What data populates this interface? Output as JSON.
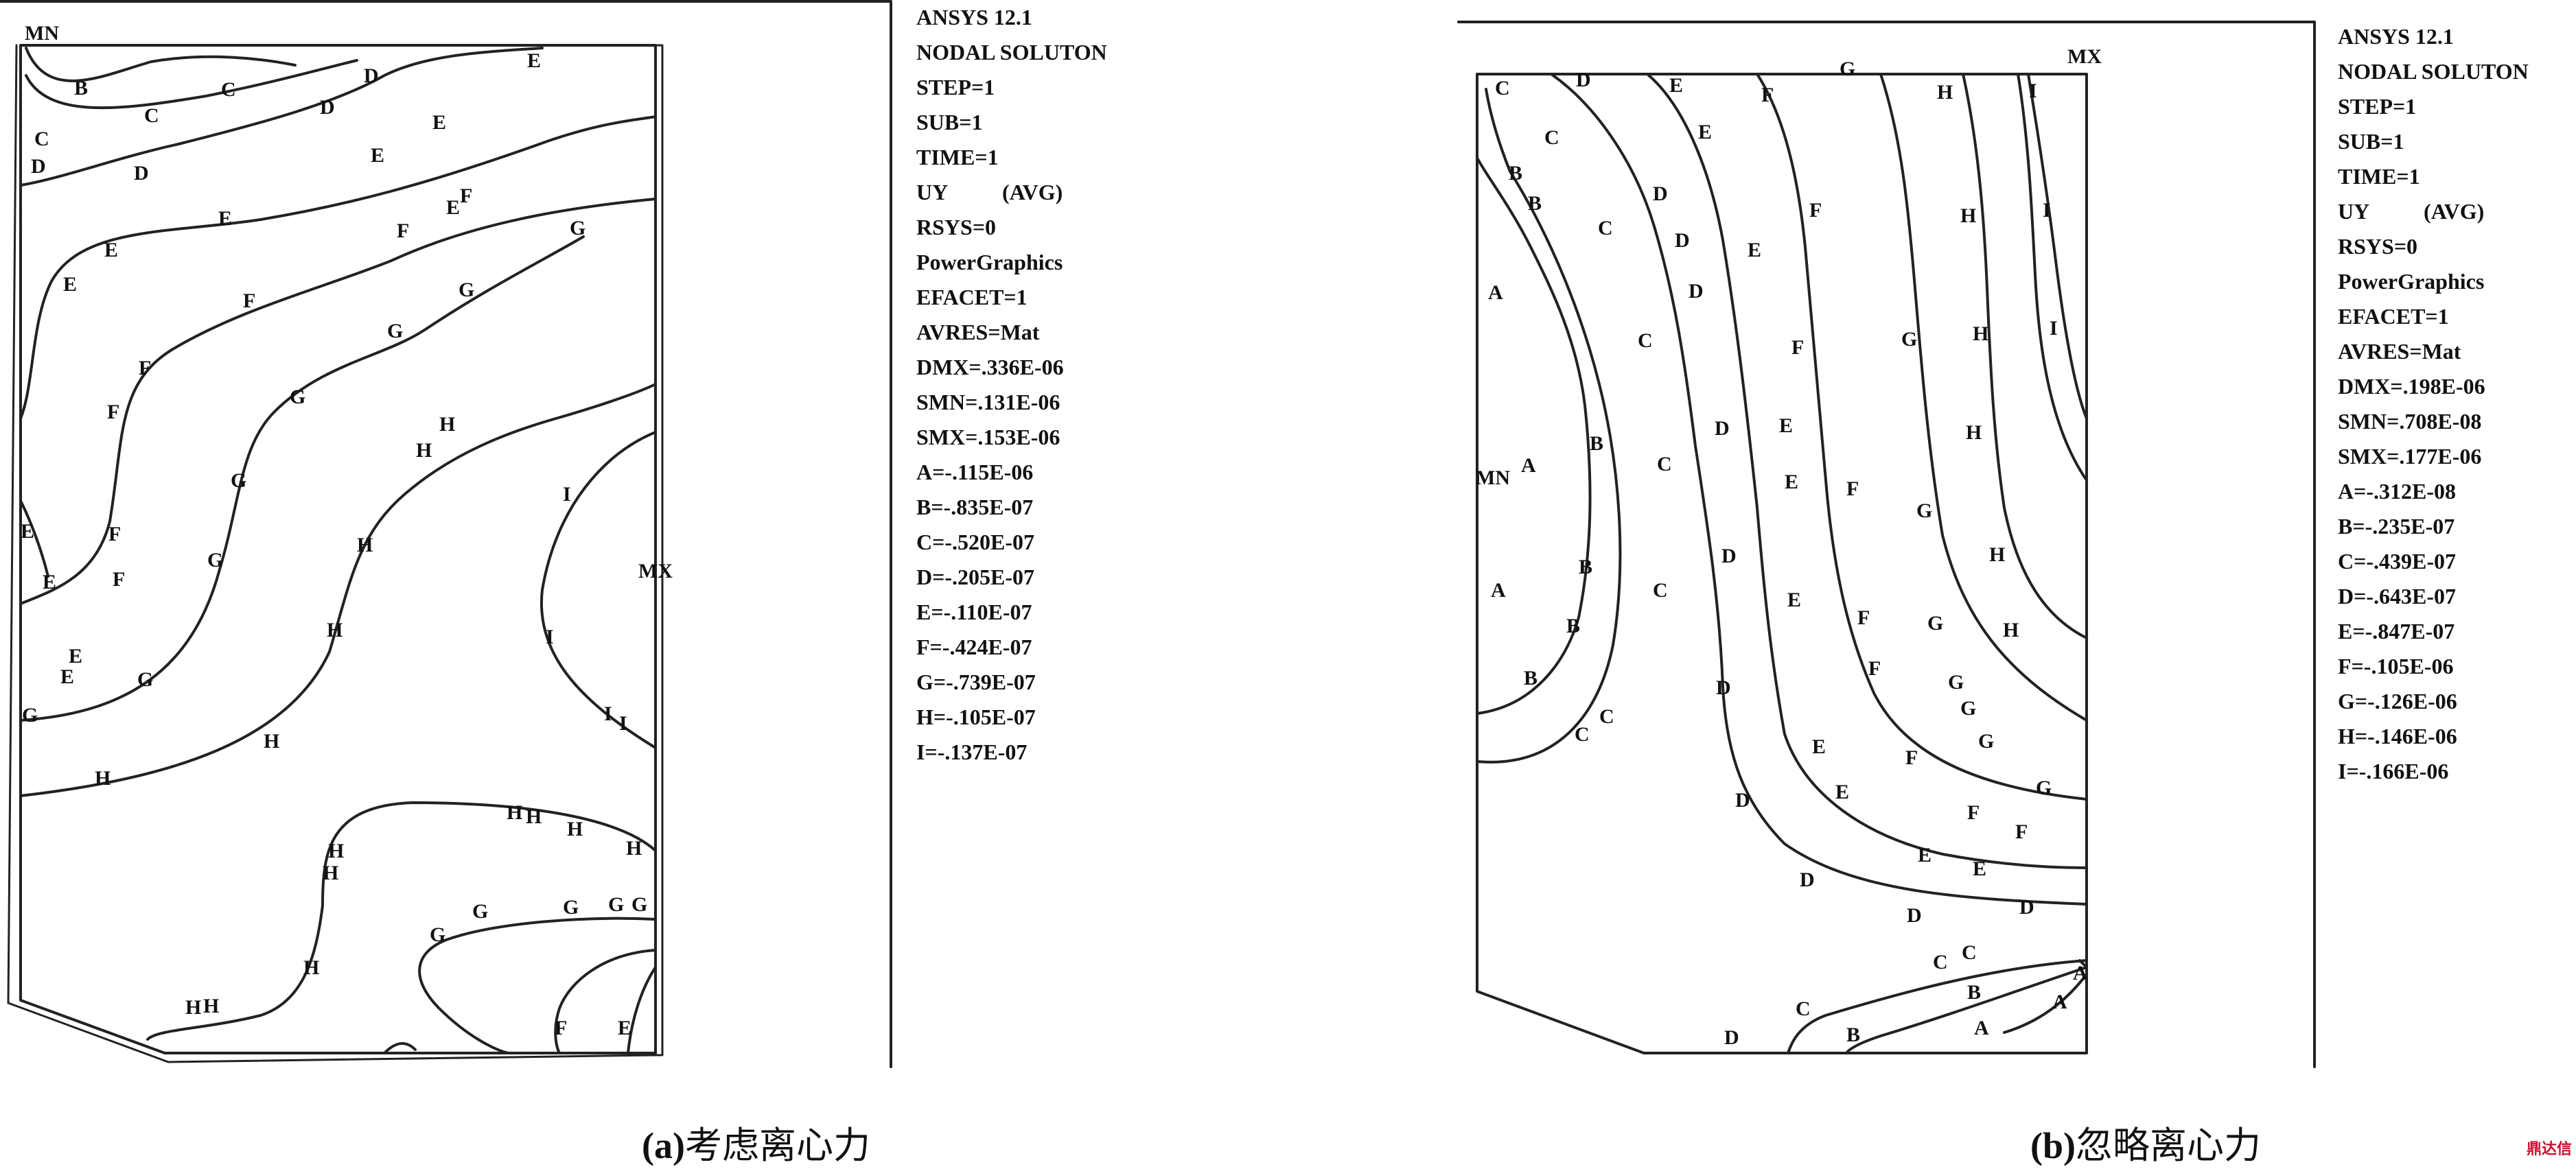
{
  "panels": [
    {
      "id": "a",
      "caption_tag": "(a)",
      "caption_text": "考虑离心力",
      "legend": [
        "ANSYS 12.1",
        "NODAL SOLUTON",
        "STEP=1",
        "SUB=1",
        "TIME=1",
        "UY          (AVG)",
        "RSYS=0",
        "PowerGraphics",
        "EFACET=1",
        "AVRES=Mat",
        "DMX=.336E-06",
        "SMN=.131E-06",
        "SMX=.153E-06",
        "A=-.115E-06",
        "B=-.835E-07",
        "C=-.520E-07",
        "D=-.205E-07",
        "E=-.110E-07",
        "F=-.424E-07",
        "G=-.739E-07",
        "H=-.105E-07",
        "I=-.137E-07"
      ],
      "markers": [
        "MN",
        "MX"
      ]
    },
    {
      "id": "b",
      "caption_tag": "(b)",
      "caption_text": "忽略离心力",
      "legend": [
        "ANSYS 12.1",
        "NODAL SOLUTON",
        "STEP=1",
        "SUB=1",
        "TIME=1",
        "UY          (AVG)",
        "RSYS=0",
        "PowerGraphics",
        "EFACET=1",
        "AVRES=Mat",
        "DMX=.198E-06",
        "SMN=.708E-08",
        "SMX=.177E-06",
        "A=-.312E-08",
        "B=-.235E-07",
        "C=-.439E-07",
        "D=-.643E-07",
        "E=-.847E-07",
        "F=-.105E-06",
        "G=-.126E-06",
        "H=-.146E-06",
        "I=-.166E-06"
      ],
      "markers": [
        "MN",
        "MX"
      ]
    }
  ],
  "contour_letters": [
    "A",
    "B",
    "C",
    "D",
    "E",
    "F",
    "G",
    "H",
    "I"
  ],
  "watermark": "鼎达信"
}
